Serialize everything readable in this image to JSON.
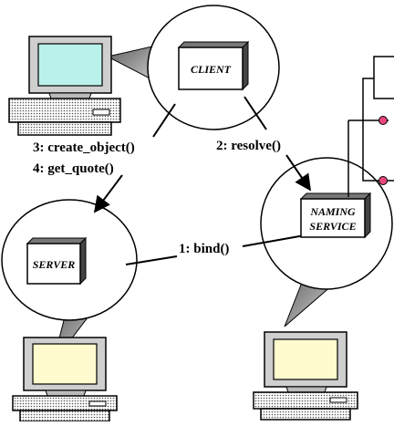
{
  "nodes": {
    "client": {
      "label": "CLIENT"
    },
    "server": {
      "label": "SERVER"
    },
    "naming_service": {
      "label_line1": "NAMING",
      "label_line2": "SERVICE"
    }
  },
  "edges": {
    "create_object": "3: create_object()",
    "get_quote": "4: get_quote()",
    "resolve": "2: resolve()",
    "bind": "1: bind()"
  },
  "colors": {
    "screen_green": "#b9f2ea",
    "screen_yellow": "#fffbcf",
    "stroke": "#000000",
    "callout_shade": "#9a9a9a",
    "port_dot": "#e8477a"
  }
}
